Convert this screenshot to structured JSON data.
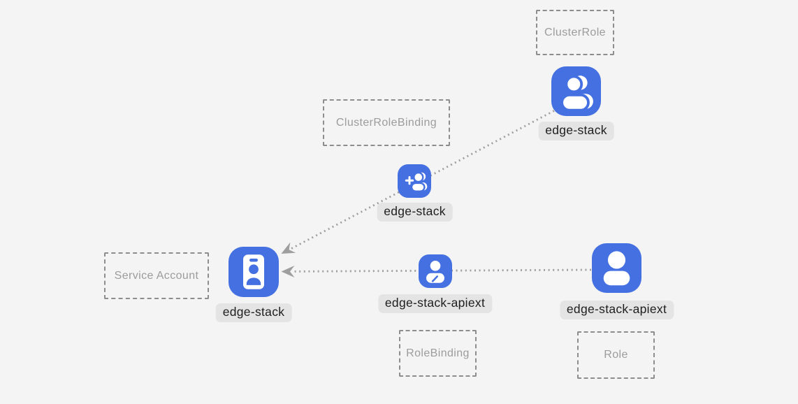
{
  "colors": {
    "background": "#f4f4f4",
    "icon_blue": "#4470e1",
    "glyph_white": "#ffffff",
    "pill_background": "#e4e4e4",
    "pill_text": "#1e1e1e",
    "dashed_border": "#8d8d8d",
    "box_text": "#9c9c9c",
    "edge_gray": "#9e9e9e"
  },
  "boxes": [
    {
      "label": "ClusterRole"
    },
    {
      "label": "ClusterRoleBinding"
    },
    {
      "label": "Service Account"
    },
    {
      "label": "RoleBinding"
    },
    {
      "label": "Role"
    }
  ],
  "nodes": [
    {
      "label": "edge-stack",
      "type": "ClusterRole",
      "icon": "users-icon"
    },
    {
      "label": "edge-stack",
      "type": "ClusterRoleBinding",
      "icon": "user-add-icon"
    },
    {
      "label": "edge-stack",
      "type": "Service Account",
      "icon": "id-badge-icon"
    },
    {
      "label": "edge-stack-apiext",
      "type": "RoleBinding",
      "icon": "user-edit-icon"
    },
    {
      "label": "edge-stack-apiext",
      "type": "Role",
      "icon": "user-icon"
    }
  ],
  "edges": [
    {
      "from": "edge-stack (ClusterRole)",
      "to": "edge-stack (Service Account)",
      "style": "dotted-arrow"
    },
    {
      "from": "edge-stack-apiext (Role)",
      "to": "edge-stack (Service Account)",
      "style": "dotted-arrow"
    }
  ]
}
